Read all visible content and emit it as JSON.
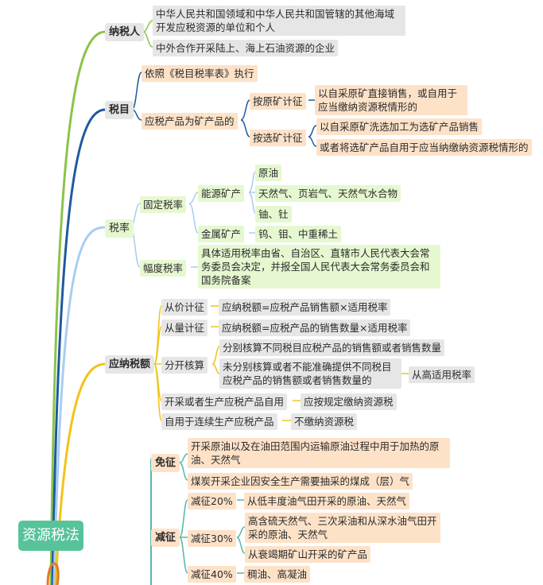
{
  "root": {
    "label": "资源税法"
  },
  "branches": {
    "taxpayer": {
      "label": "纳税人",
      "items": [
        "中华人民共和国领域和中华人民共和国管辖的其他海域开发应税资源的单位和个人",
        "中外合作开采陆上、海上石油资源的企业"
      ]
    },
    "taxitem": {
      "label": "税目",
      "rule": "依照《税目税率表》执行",
      "mineral": "应税产品为矿产品的",
      "by_raw": "按原矿计征",
      "by_raw_desc": "以自采原矿直接销售，或自用于应当缴纳资源税情形的",
      "by_select": "按选矿计征",
      "by_select_desc1": "以自采原矿洗选加工为选矿产品销售",
      "by_select_desc2": "或者将选矿产品自用于应当纳缴纳资源税情形的"
    },
    "rate": {
      "label": "税率",
      "fixed": "固定税率",
      "energy": "能源矿产",
      "energy_items": [
        "原油",
        "天然气、页岩气、天然气水合物",
        "铀、钍"
      ],
      "metal": "金属矿产",
      "metal_items": [
        "钨、钼、中重稀土"
      ],
      "range": "幅度税率",
      "range_desc": "具体适用税率由省、自治区、直辖市人民代表大会常务委员会决定，并报全国人民代表大会常务委员会和国务院备案"
    },
    "payable": {
      "label": "应纳税额",
      "ad_valorem": "从价计征",
      "ad_valorem_formula": "应纳税额=应税产品销售额×适用税率",
      "specific": "从量计征",
      "specific_formula": "应纳税额=应税产品的销售数量×适用税率",
      "separate": "分开核算",
      "separate_a": "分别核算不同税目应税产品的销售额或者销售数量",
      "separate_b": "未分别核算或者不能准确提供不同税目应税产品的销售额或者销售数量的",
      "separate_b_result": "从高适用税率",
      "self_use": "开采或者生产应税产品自用",
      "self_use_result": "应按规定缴纳资源税",
      "continuous": "自用于连续生产应税产品",
      "continuous_result": "不缴纳资源税"
    },
    "exemption": {
      "label": "免征",
      "items": [
        "开采原油以及在油田范围内运输原油过程中用于加热的原油、天然气",
        "煤炭开采企业因安全生产需要抽采的煤成（层）气"
      ]
    },
    "reduction": {
      "label": "减征",
      "r20": "减征20%",
      "r20_items": [
        "从低丰度油气田开采的原油、天然气"
      ],
      "r30": "减征30%",
      "r30_items": [
        "高含硫天然气、三次采油和从深水油气田开采的原油、天然气",
        "从衰竭期矿山开采的矿产品"
      ],
      "r40": "减征40%",
      "r40_items": [
        "稠油、高凝油"
      ]
    }
  },
  "colors": {
    "root": "#57c39a",
    "taxpayer_line": "#8bc34a",
    "taxitem_line": "#1e5aa0",
    "rate_line": "#a8cdf2",
    "payable_line": "#f2c318",
    "relief_line": "#56b8a8",
    "extra_line": "#e07a2e",
    "gray_box": "#e6e6e6",
    "peach_box": "#fde2c8",
    "green_box": "#e5f8d0",
    "blue_box": "#dcebfa"
  }
}
